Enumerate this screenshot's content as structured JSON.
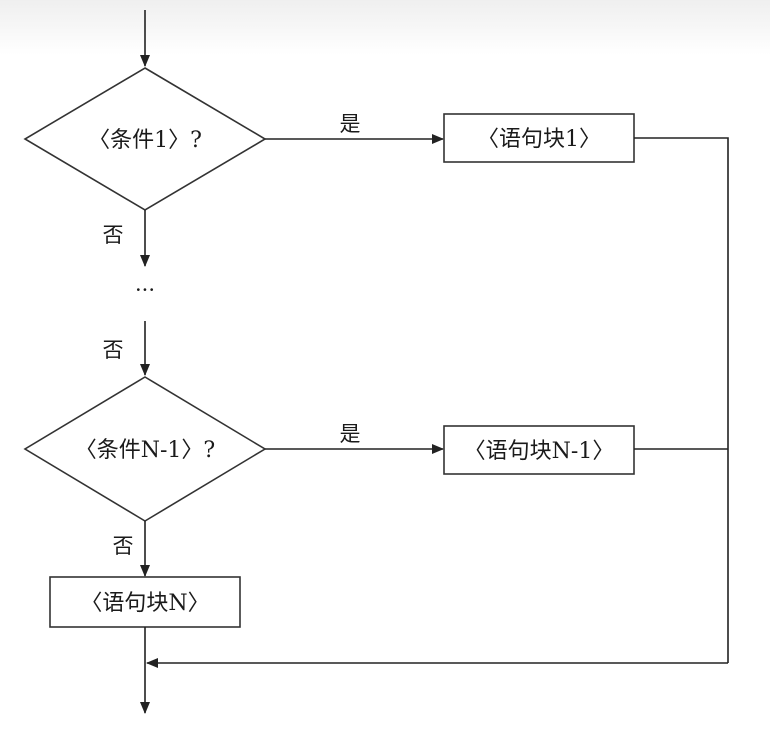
{
  "flowchart": {
    "decision_1": "〈条件1〉?",
    "decision_n1": "〈条件N-1〉?",
    "block_1": "〈语句块1〉",
    "block_n1": "〈语句块N-1〉",
    "block_n": "〈语句块N〉",
    "yes_label_1": "是",
    "yes_label_n1": "是",
    "no_label_1": "否",
    "no_label_2": "否",
    "no_label_3": "否",
    "ellipsis": "···"
  }
}
